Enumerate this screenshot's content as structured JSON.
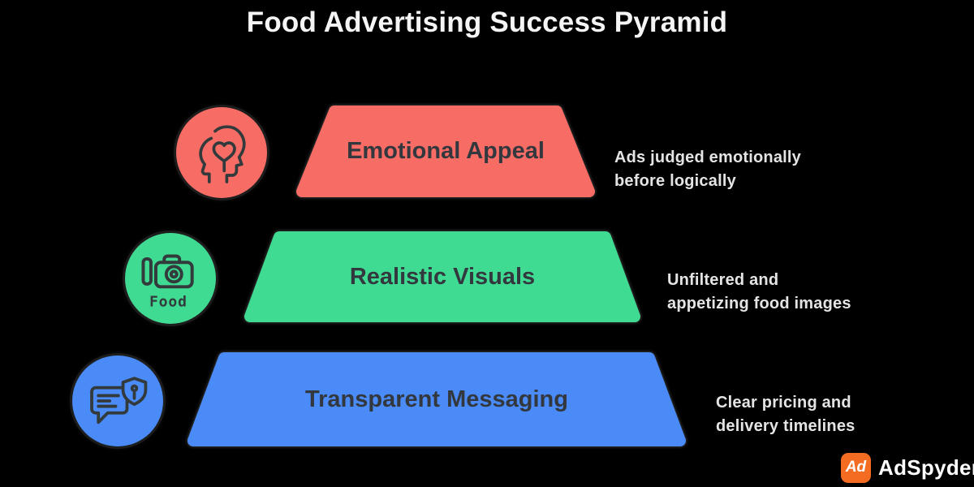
{
  "title": "Food Advertising Success Pyramid",
  "colors": {
    "background": "#000000",
    "title_text": "#F5F5F5",
    "annotation_text": "#E4E4E4",
    "label_text": "#33383E",
    "icon_stroke": "#333A3C",
    "level_red": "#F76C65",
    "level_green": "#3FDB92",
    "level_blue": "#4A8BF7",
    "logo_orange": "#F36C21",
    "logo_text": "#FFFFFF"
  },
  "pyramid": {
    "levels": [
      {
        "rank": 1,
        "label": "Emotional Appeal",
        "color": "#F76C65",
        "icon": "empathy-head-heart-icon",
        "annotation": {
          "line1": "Ads judged emotionally",
          "line2": "before logically"
        }
      },
      {
        "rank": 2,
        "label": "Realistic Visuals",
        "color": "#3FDB92",
        "icon": "food-camera-icon",
        "icon_label": "Food",
        "annotation": {
          "line1": "Unfiltered and",
          "line2": "appetizing food images"
        }
      },
      {
        "rank": 3,
        "label": "Transparent Messaging",
        "color": "#4A8BF7",
        "icon": "secure-chat-shield-icon",
        "annotation": {
          "line1": "Clear pricing and",
          "line2": "delivery timelines"
        }
      }
    ]
  },
  "logo": {
    "badge": "Ad",
    "name": "AdSpyder"
  }
}
